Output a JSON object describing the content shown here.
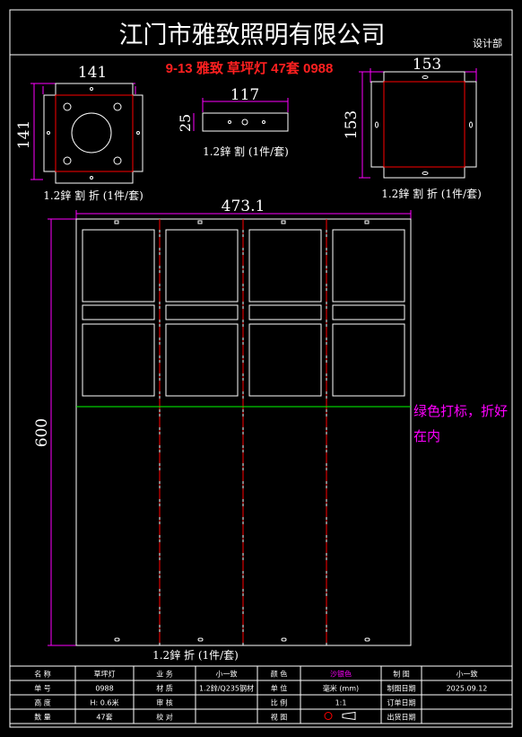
{
  "company": "江门市雅致照明有限公司",
  "department": "设计部",
  "order_title": "9-13 雅致 草坪灯 47套 0988",
  "note_lines": [
    "绿色打标，折好",
    "在内"
  ],
  "parts": {
    "left": {
      "dim_w": "141",
      "dim_h": "141",
      "caption": "1.2鋅 割 折 (1件/套)"
    },
    "middle": {
      "dim_w": "117",
      "dim_h": "25",
      "caption": "1.2鋅 割 (1件/套)"
    },
    "right": {
      "dim_w": "153",
      "dim_h": "153",
      "caption": "1.2鋅 割 折 (1件/套)"
    },
    "main": {
      "dim_w": "473.1",
      "dim_h": "600",
      "caption": "1.2鋅 折 (1件/套)"
    }
  },
  "table": {
    "rows": [
      [
        "名 称",
        "草坪灯",
        "业 务",
        "小一致",
        "颜 色",
        "沙银色",
        "制 图",
        "小一致"
      ],
      [
        "单 号",
        "0988",
        "材 质",
        "1.2鋅/Q235钢材",
        "单 位",
        "毫米 (mm)",
        "制图日期",
        "2025.09.12"
      ],
      [
        "高 度",
        "H: 0.6米",
        "审 核",
        "",
        "比 例",
        "1:1",
        "订单日期",
        ""
      ],
      [
        "数 量",
        "47套",
        "校 对",
        "",
        "视 图",
        "",
        "出货日期",
        ""
      ]
    ],
    "highlight_color": "#ff00ff"
  },
  "colors": {
    "frame": "#ffffff",
    "outline": "#ffffff",
    "cut_line": "#ff0000",
    "dimension": "#ff00ff",
    "fold_line": "#00ff00",
    "title_red": "#ff2020",
    "note": "#ff00ff"
  }
}
